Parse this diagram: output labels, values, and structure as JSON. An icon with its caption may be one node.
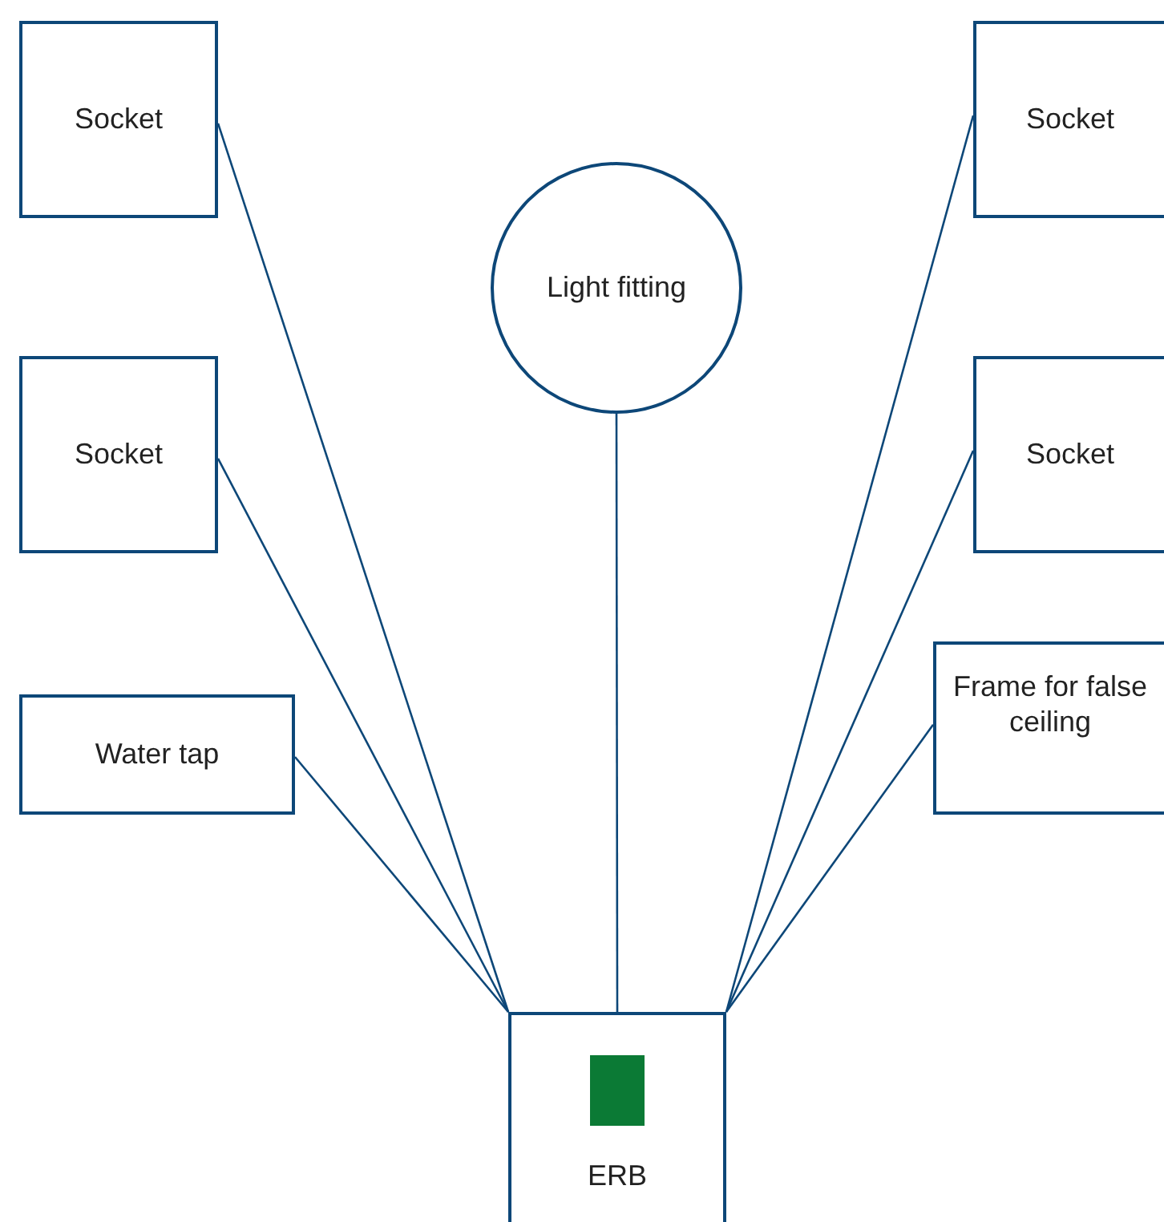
{
  "diagram": {
    "nodes": [
      {
        "text": [
          "Socket"
        ]
      },
      {
        "text": [
          "Light fitting"
        ]
      },
      {
        "text": [
          "Socket"
        ]
      },
      {
        "text": [
          "Socket"
        ]
      },
      {
        "text": [
          "Socket"
        ]
      },
      {
        "text": [
          "Water tap"
        ]
      },
      {
        "text": [
          "Frame for false ceiling"
        ]
      },
      {
        "text": [
          "ERB"
        ]
      }
    ],
    "edges": [
      {
        "from": 0,
        "to": 7,
        "arrow": "none"
      },
      {
        "from": 3,
        "to": 7,
        "arrow": "none"
      },
      {
        "from": 5,
        "to": 7,
        "arrow": "none"
      },
      {
        "from": 1,
        "to": 7,
        "arrow": "none"
      },
      {
        "from": 2,
        "to": 7,
        "arrow": "none"
      },
      {
        "from": 4,
        "to": 7,
        "arrow": "none"
      },
      {
        "from": 6,
        "to": 7,
        "arrow": "none"
      }
    ]
  }
}
